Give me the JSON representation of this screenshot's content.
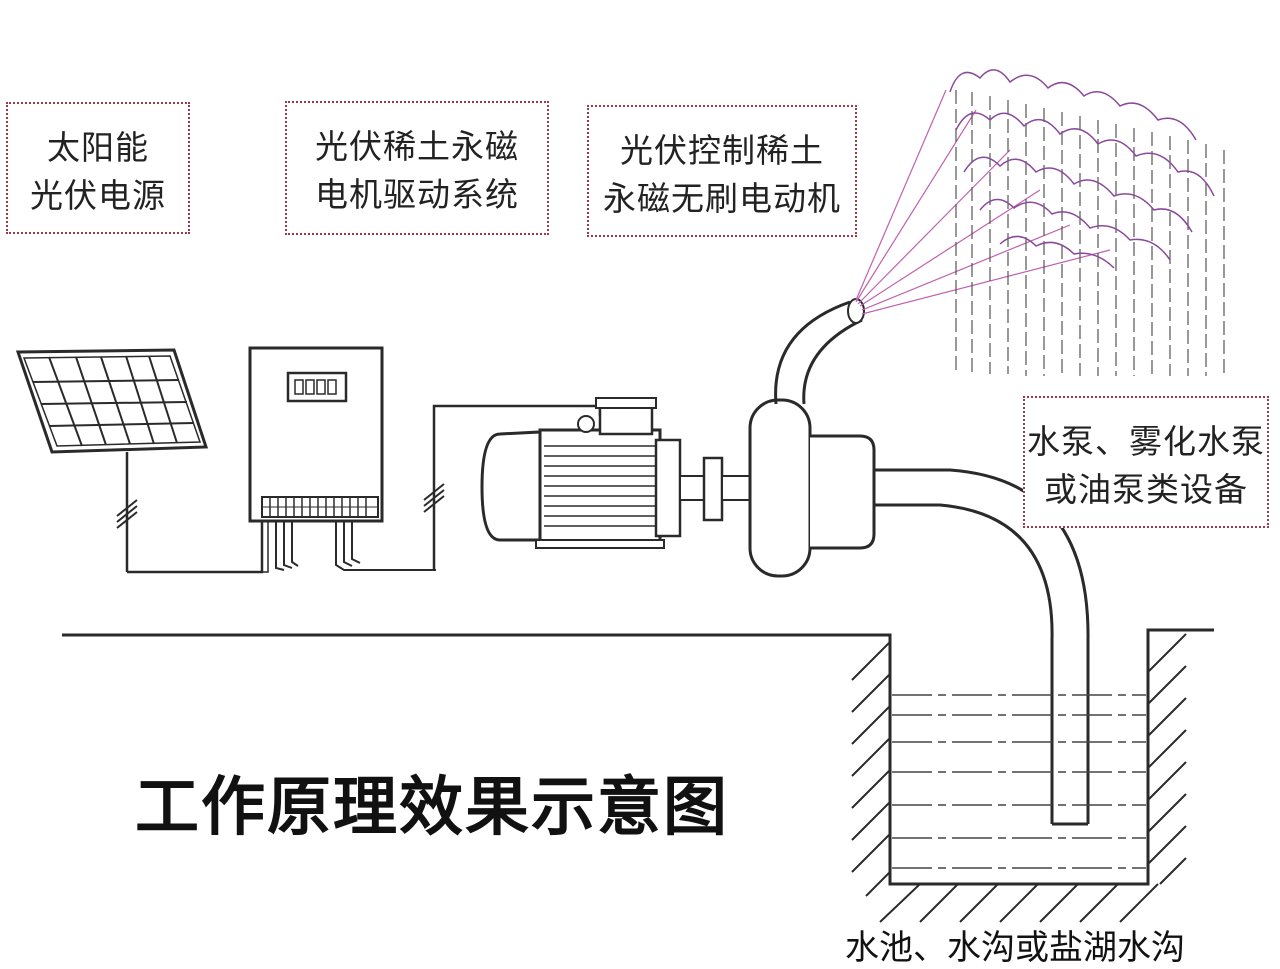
{
  "labels": {
    "solar_line1": "太阳能",
    "solar_line2": "光伏电源",
    "drive_line1": "光伏稀土永磁",
    "drive_line2": "电机驱动系统",
    "motor_line1": "光伏控制稀土",
    "motor_line2": "永磁无刷电动机",
    "pump_line1": "水泵、雾化水泵",
    "pump_line2": "或油泵类设备"
  },
  "title": "工作原理效果示意图",
  "pool_caption": "水池、水沟或盐湖水沟",
  "colors": {
    "line": "#2a2a2a",
    "label_border": "#9a3a4a",
    "spray": "#c060b0"
  },
  "icons": {
    "solar": "solar-panel-icon",
    "controller": "controller-box-icon",
    "motor": "electric-motor-icon",
    "pump": "pump-icon"
  }
}
